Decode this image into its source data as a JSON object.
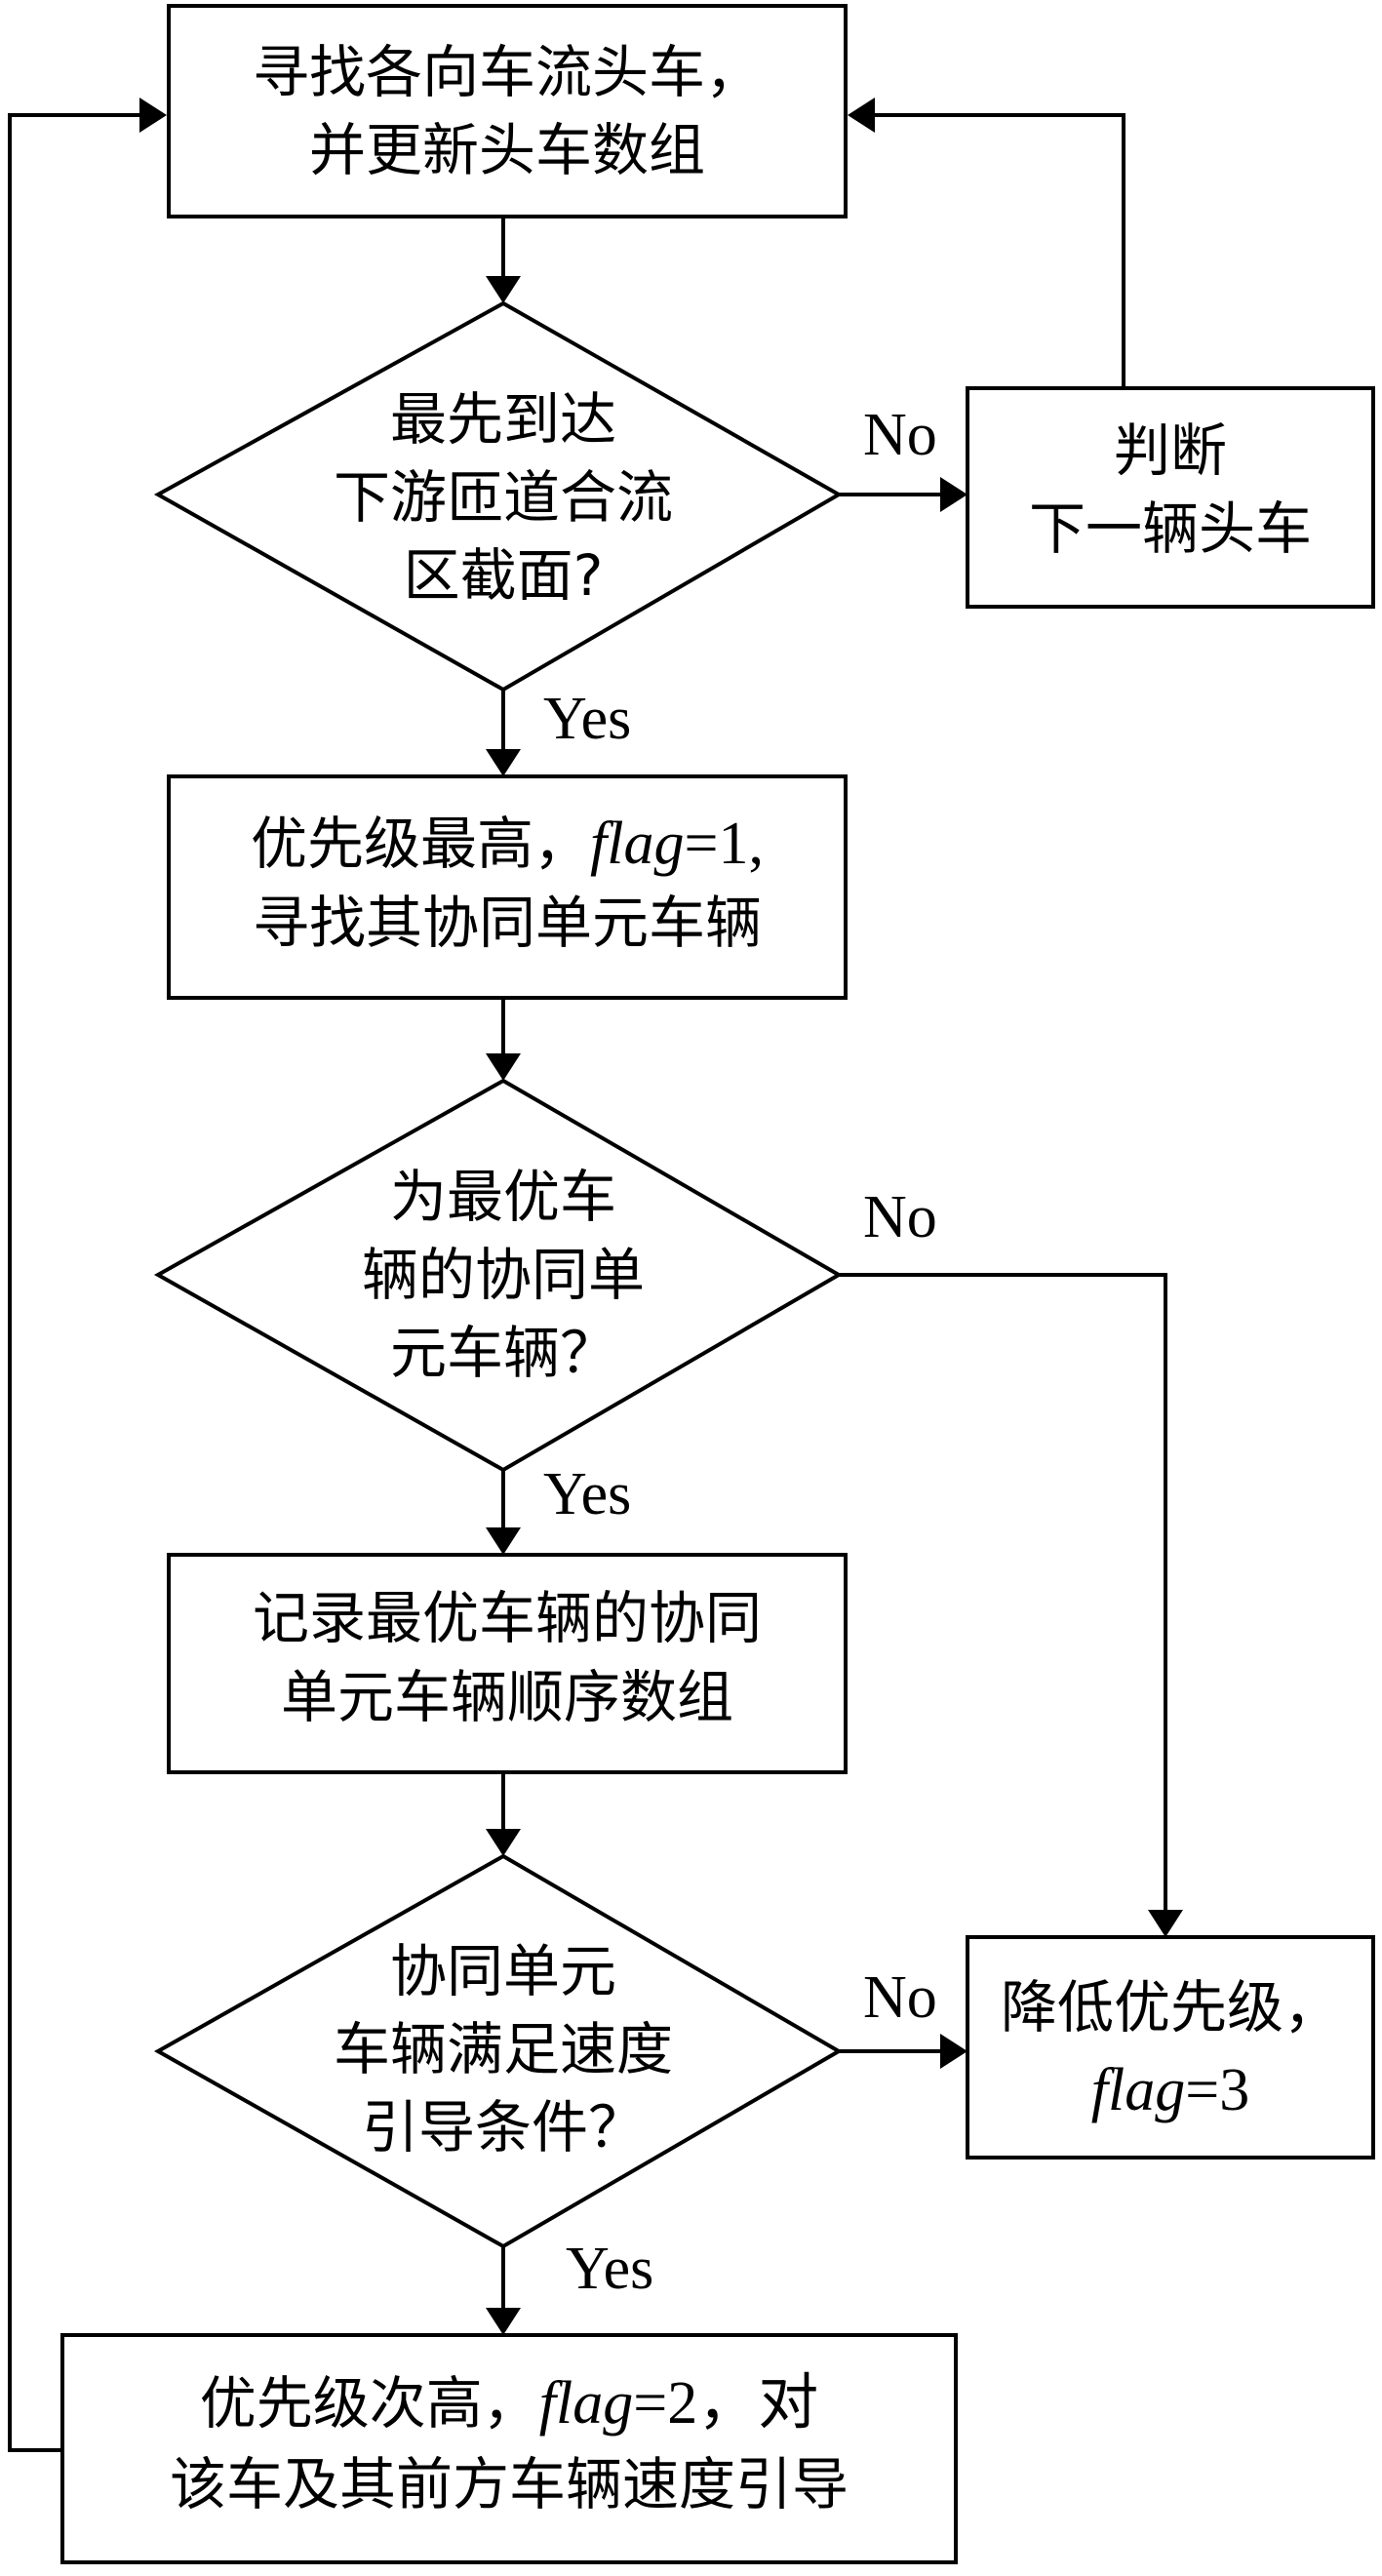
{
  "nodes": {
    "find_head": {
      "line1": "寻找各向车流头车，",
      "line2": "并更新头车数组"
    },
    "first_arrive": {
      "line1": "最先到达",
      "line2": "下游匝道合流",
      "line3": "区截面?"
    },
    "next_head": {
      "line1": "判断",
      "line2": "下一辆头车"
    },
    "top_priority": {
      "line1_prefix": "优先级最高，",
      "line1_flag": "flag",
      "line1_value": "=1,",
      "line2": "寻找其协同单元车辆"
    },
    "is_optimal_unit": {
      "line1": "为最优车",
      "line2": "辆的协同单",
      "line3": "元车辆？"
    },
    "record_order": {
      "line1": "记录最优车辆的协同",
      "line2": "单元车辆顺序数组"
    },
    "speed_condition": {
      "line1": "协同单元",
      "line2": "车辆满足速度",
      "line3": "引导条件？"
    },
    "lower_priority": {
      "line1": "降低优先级，",
      "line2_flag": "flag",
      "line2_value": "=3"
    },
    "second_priority": {
      "line1_prefix": "优先级次高，",
      "line1_flag": "flag",
      "line1_value": "=2，对",
      "line2": "该车及其前方车辆速度引导"
    }
  },
  "edge_labels": {
    "first_arrive_no": "No",
    "first_arrive_yes": "Yes",
    "optimal_unit_no": "No",
    "optimal_unit_yes": "Yes",
    "speed_condition_no": "No",
    "speed_condition_yes": "Yes"
  }
}
